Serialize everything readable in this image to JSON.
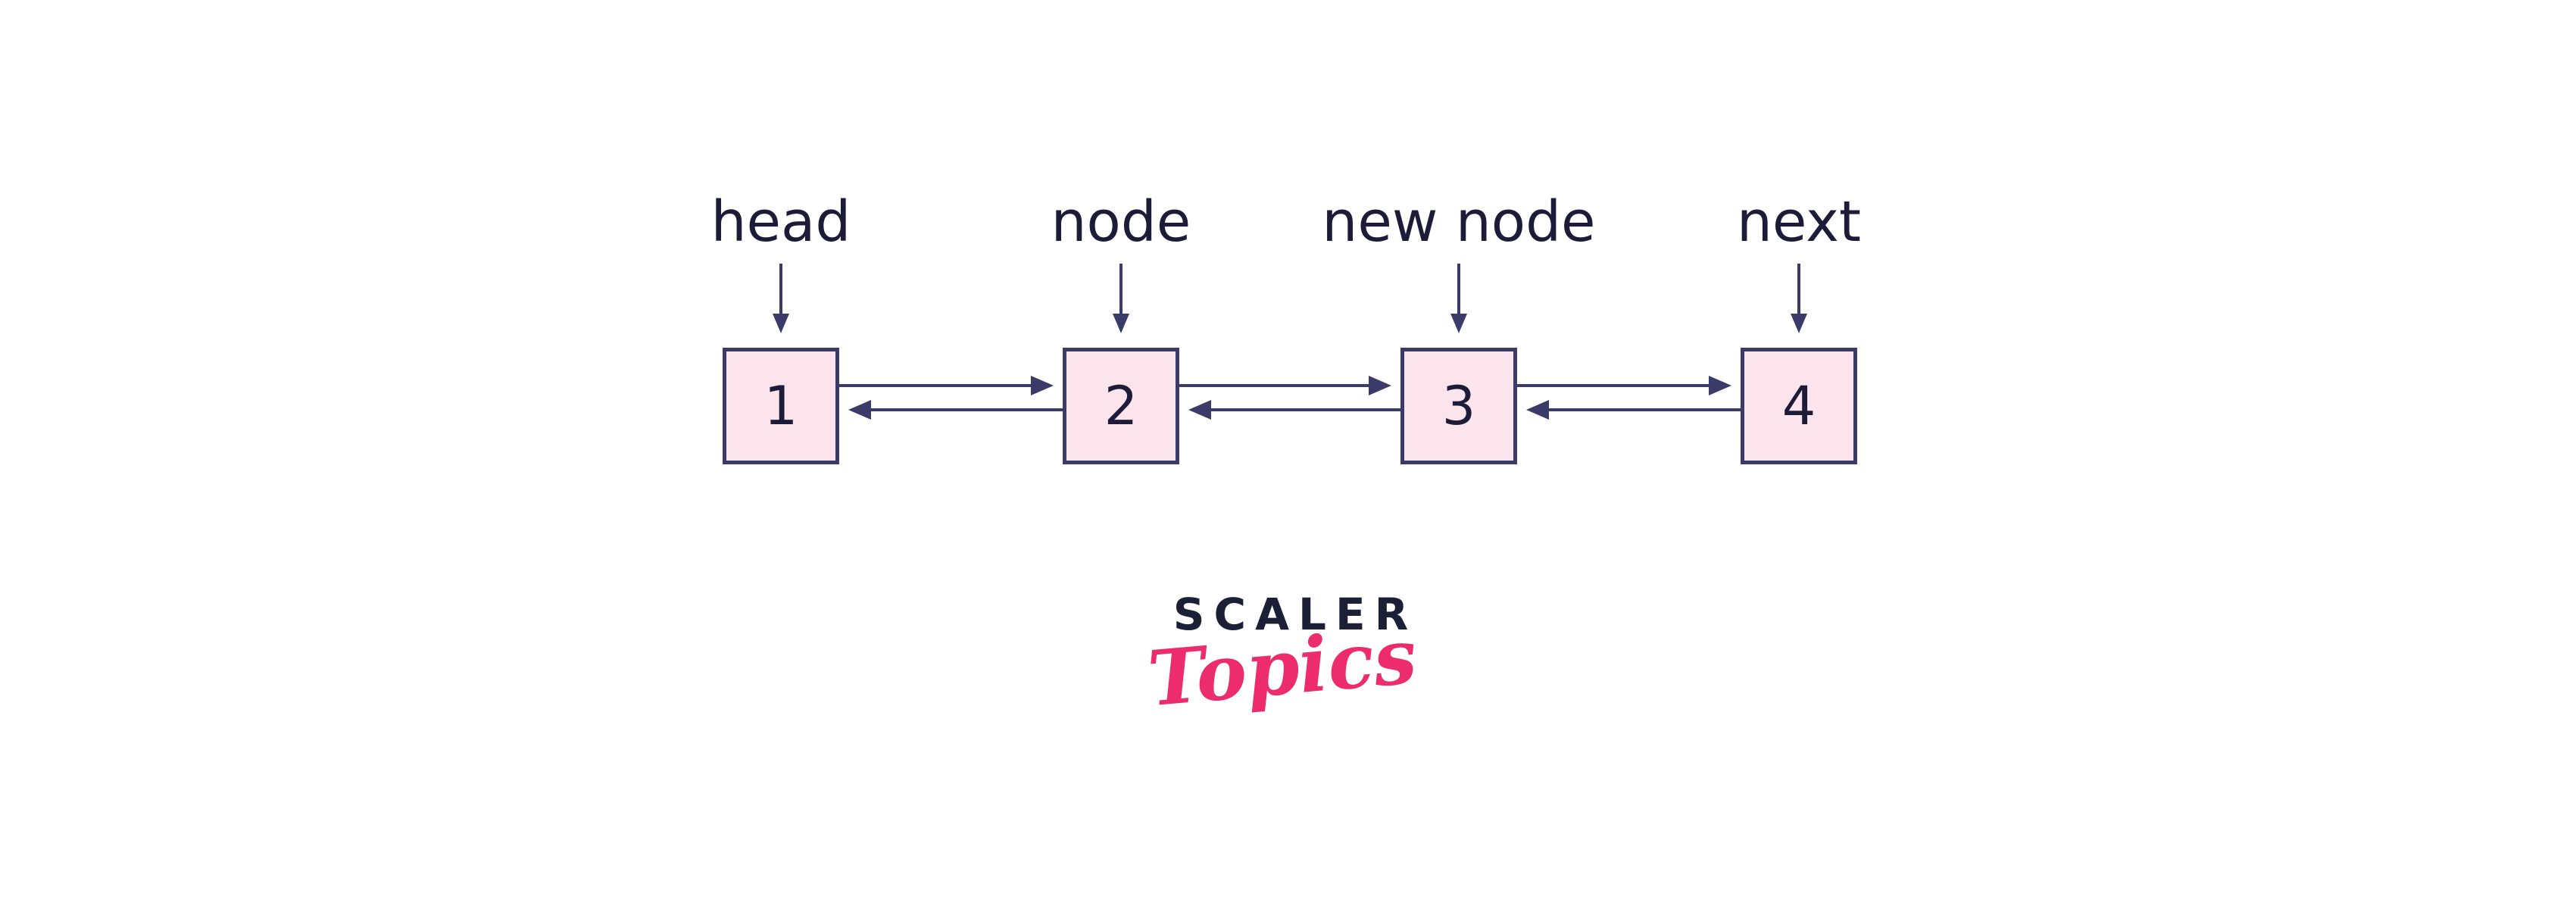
{
  "diagram": {
    "description": "Doubly linked list with four nodes connected by forward and backward arrows",
    "nodes": [
      {
        "value": "1",
        "label": "head"
      },
      {
        "value": "2",
        "label": "node"
      },
      {
        "value": "3",
        "label": "new node"
      },
      {
        "value": "4",
        "label": "next"
      }
    ],
    "colors": {
      "node_fill": "#fce4ed",
      "node_border": "#3b3b69",
      "arrow": "#3b3b69",
      "label_text": "#1c1c39"
    }
  },
  "logo": {
    "primary": "SCALER",
    "secondary": "Topics",
    "primary_color": "#1b2036",
    "secondary_color": "#ec2c6d"
  }
}
